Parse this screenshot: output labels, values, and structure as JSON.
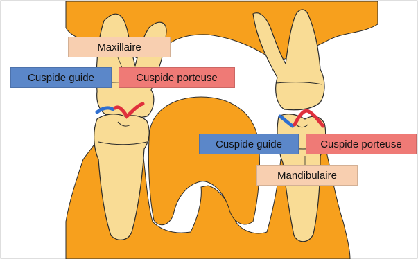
{
  "labels": {
    "maxillaire": "Maxillaire",
    "cuspide_guide_left": "Cuspide guide",
    "cuspide_porteuse_left": "Cuspide porteuse",
    "cuspide_guide_right": "Cuspide guide",
    "cuspide_porteuse_right": "Cuspide porteuse",
    "mandibulaire": "Mandibulaire"
  },
  "colors": {
    "bone": "#f7a01d",
    "tooth": "#f9dc95",
    "outline": "#2b2b2b",
    "guide": "#2f6fd0",
    "carry": "#e0303c",
    "label_bone": "#f8cfb0",
    "label_guide": "#5b87c9",
    "label_carry": "#ef7a76"
  }
}
